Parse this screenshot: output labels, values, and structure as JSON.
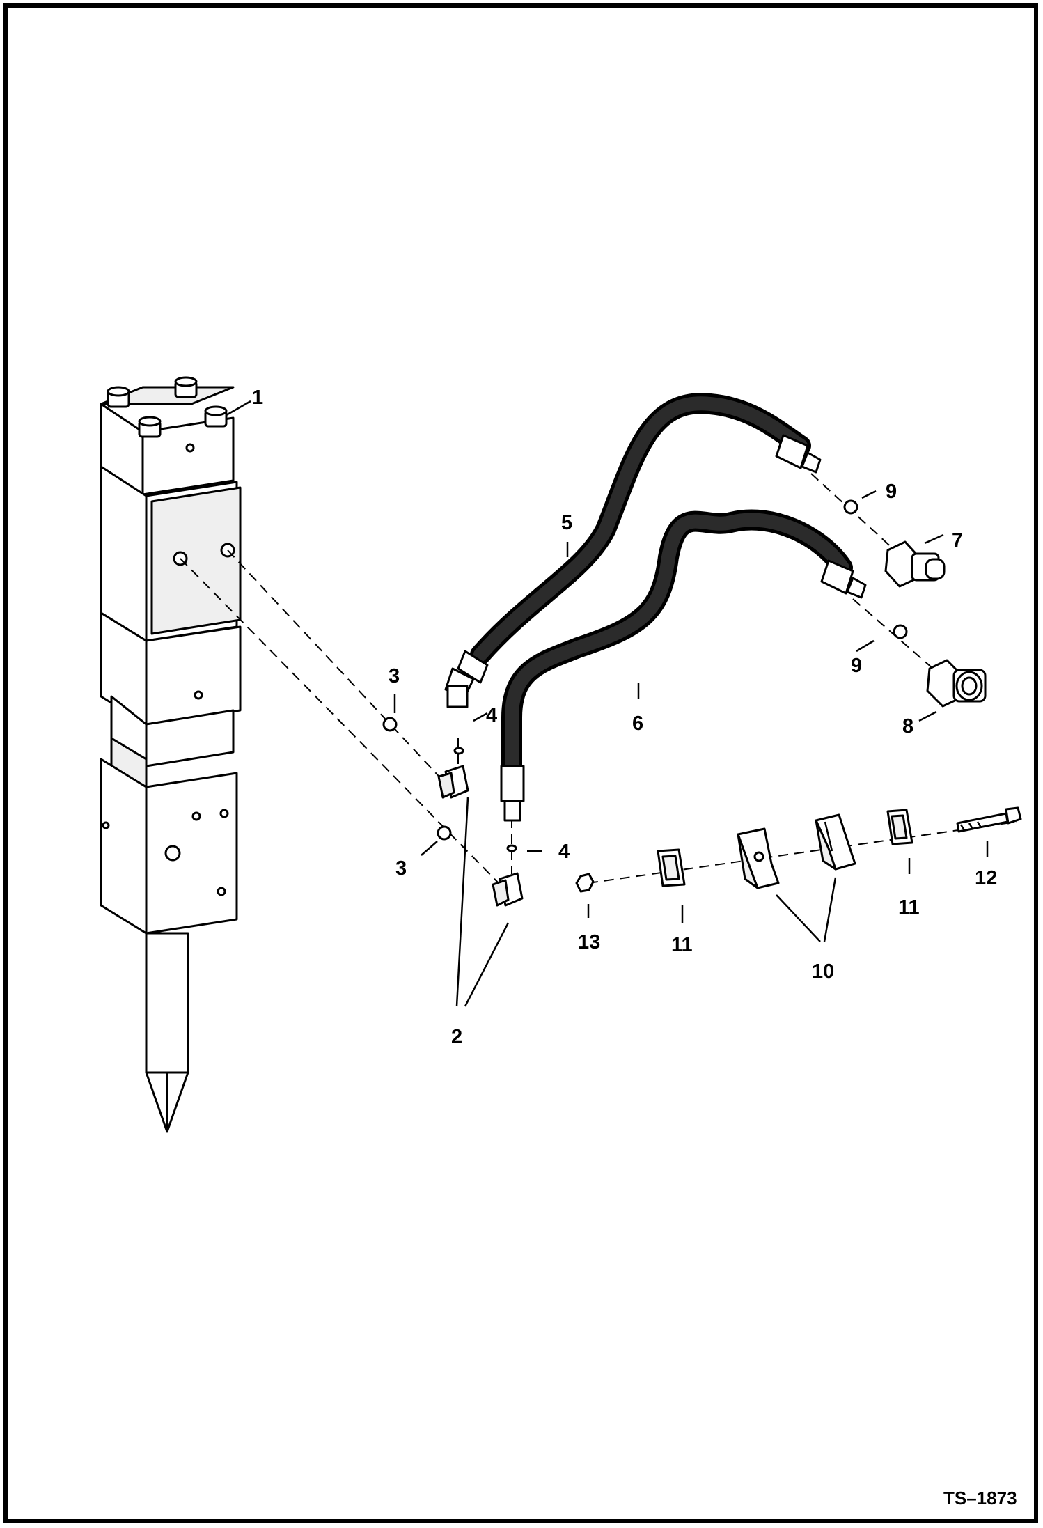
{
  "diagram": {
    "reference": "TS–1873",
    "callouts": [
      {
        "id": "c1",
        "label": "1"
      },
      {
        "id": "c2",
        "label": "2"
      },
      {
        "id": "c3a",
        "label": "3"
      },
      {
        "id": "c3b",
        "label": "3"
      },
      {
        "id": "c4a",
        "label": "4"
      },
      {
        "id": "c4b",
        "label": "4"
      },
      {
        "id": "c5",
        "label": "5"
      },
      {
        "id": "c6",
        "label": "6"
      },
      {
        "id": "c7",
        "label": "7"
      },
      {
        "id": "c8",
        "label": "8"
      },
      {
        "id": "c9a",
        "label": "9"
      },
      {
        "id": "c9b",
        "label": "9"
      },
      {
        "id": "c10",
        "label": "10"
      },
      {
        "id": "c11a",
        "label": "11"
      },
      {
        "id": "c11b",
        "label": "11"
      },
      {
        "id": "c12",
        "label": "12"
      },
      {
        "id": "c13",
        "label": "13"
      }
    ]
  }
}
